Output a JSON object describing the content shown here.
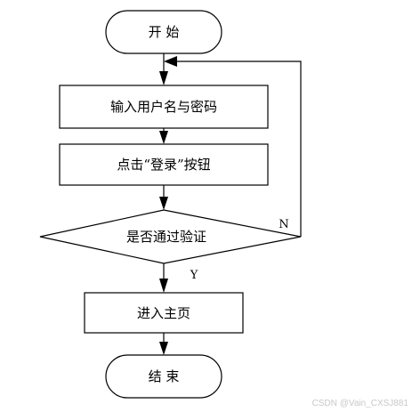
{
  "flowchart": {
    "start": {
      "label": "开 始"
    },
    "input_credentials": {
      "label": "输入用户名与密码"
    },
    "click_login": {
      "label": "点击“登录”按钮"
    },
    "verify": {
      "label": "是否通过验证"
    },
    "enter_home": {
      "label": "进入主页"
    },
    "end": {
      "label": "结 束"
    },
    "edge_no": {
      "label": "N"
    },
    "edge_yes": {
      "label": "Y"
    }
  },
  "watermark": {
    "text": "CSDN @Vain_CXSJ881"
  }
}
